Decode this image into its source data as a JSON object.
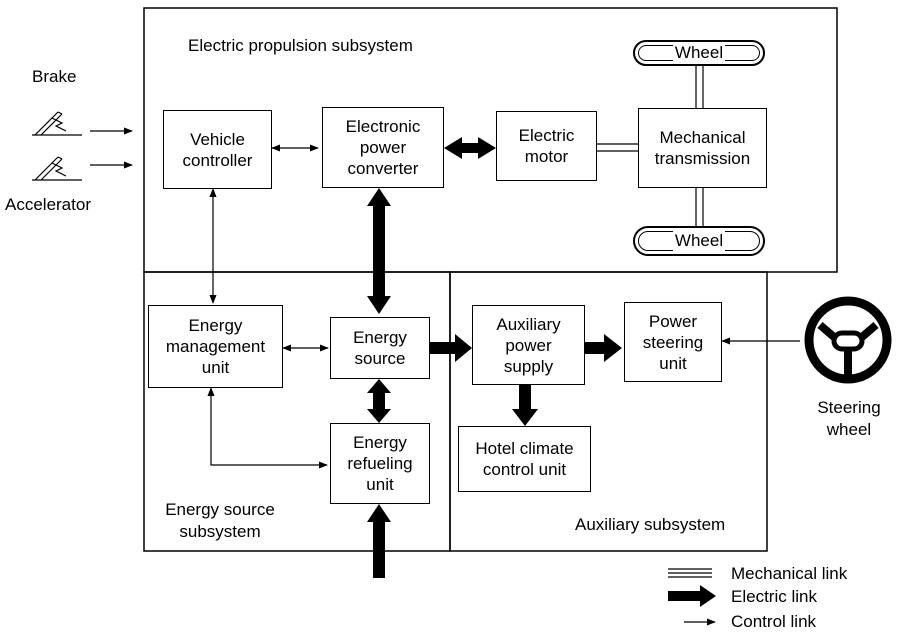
{
  "subsystems": {
    "propulsion": "Electric propulsion subsystem",
    "energy_source": "Energy source\nsubsystem",
    "auxiliary": "Auxiliary subsystem"
  },
  "inputs": {
    "brake": "Brake",
    "accelerator": "Accelerator",
    "steering_wheel": "Steering\nwheel"
  },
  "blocks": {
    "vehicle_controller": "Vehicle\ncontroller",
    "power_converter": "Electronic\npower\nconverter",
    "electric_motor": "Electric\nmotor",
    "mechanical_transmission": "Mechanical\ntransmission",
    "wheel_top": "Wheel",
    "wheel_bottom": "Wheel",
    "energy_management": "Energy\nmanagement\nunit",
    "energy_source": "Energy\nsource",
    "energy_refueling": "Energy\nrefueling\nunit",
    "auxiliary_power_supply": "Auxiliary\npower\nsupply",
    "power_steering": "Power\nsteering\nunit",
    "hotel_climate": "Hotel climate\ncontrol unit"
  },
  "legend": {
    "mechanical": "Mechanical link",
    "electric": "Electric link",
    "control": "Control link"
  }
}
